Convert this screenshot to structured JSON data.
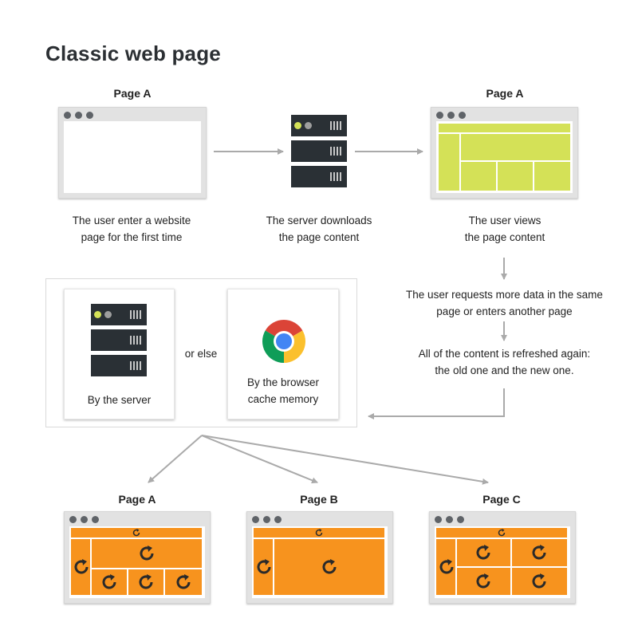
{
  "title": "Classic web page",
  "top_row": {
    "page_a_left_label": "Page A",
    "page_a_right_label": "Page A",
    "caption_user_enter": "The user enter a website page for the first time",
    "caption_user_enter_line1": "The user enter a website",
    "caption_user_enter_line2": "page for the first time",
    "caption_server_line1": "The server downloads",
    "caption_server_line2": "the page content",
    "caption_views_line1": "The user views",
    "caption_views_line2": "the page content"
  },
  "flow": {
    "request_line1": "The user requests more data in the same",
    "request_line2": "page or enters another page",
    "refresh_line1": "All of the content is refreshed again:",
    "refresh_line2": "the old one and the new one."
  },
  "sources": {
    "server_label": "By the server",
    "or_else": "or else",
    "browser_line1": "By the browser",
    "browser_line2": "cache memory"
  },
  "bottom_row": {
    "labels": [
      "Page A",
      "Page B",
      "Page C"
    ]
  },
  "colors": {
    "green": "#d4e157",
    "orange": "#f7931e",
    "server": "#2a3035",
    "arrow": "#aaaaaa",
    "led_yellow": "#d4e157"
  },
  "icons": [
    "server-icon",
    "chrome-logo-icon",
    "refresh-icon"
  ]
}
